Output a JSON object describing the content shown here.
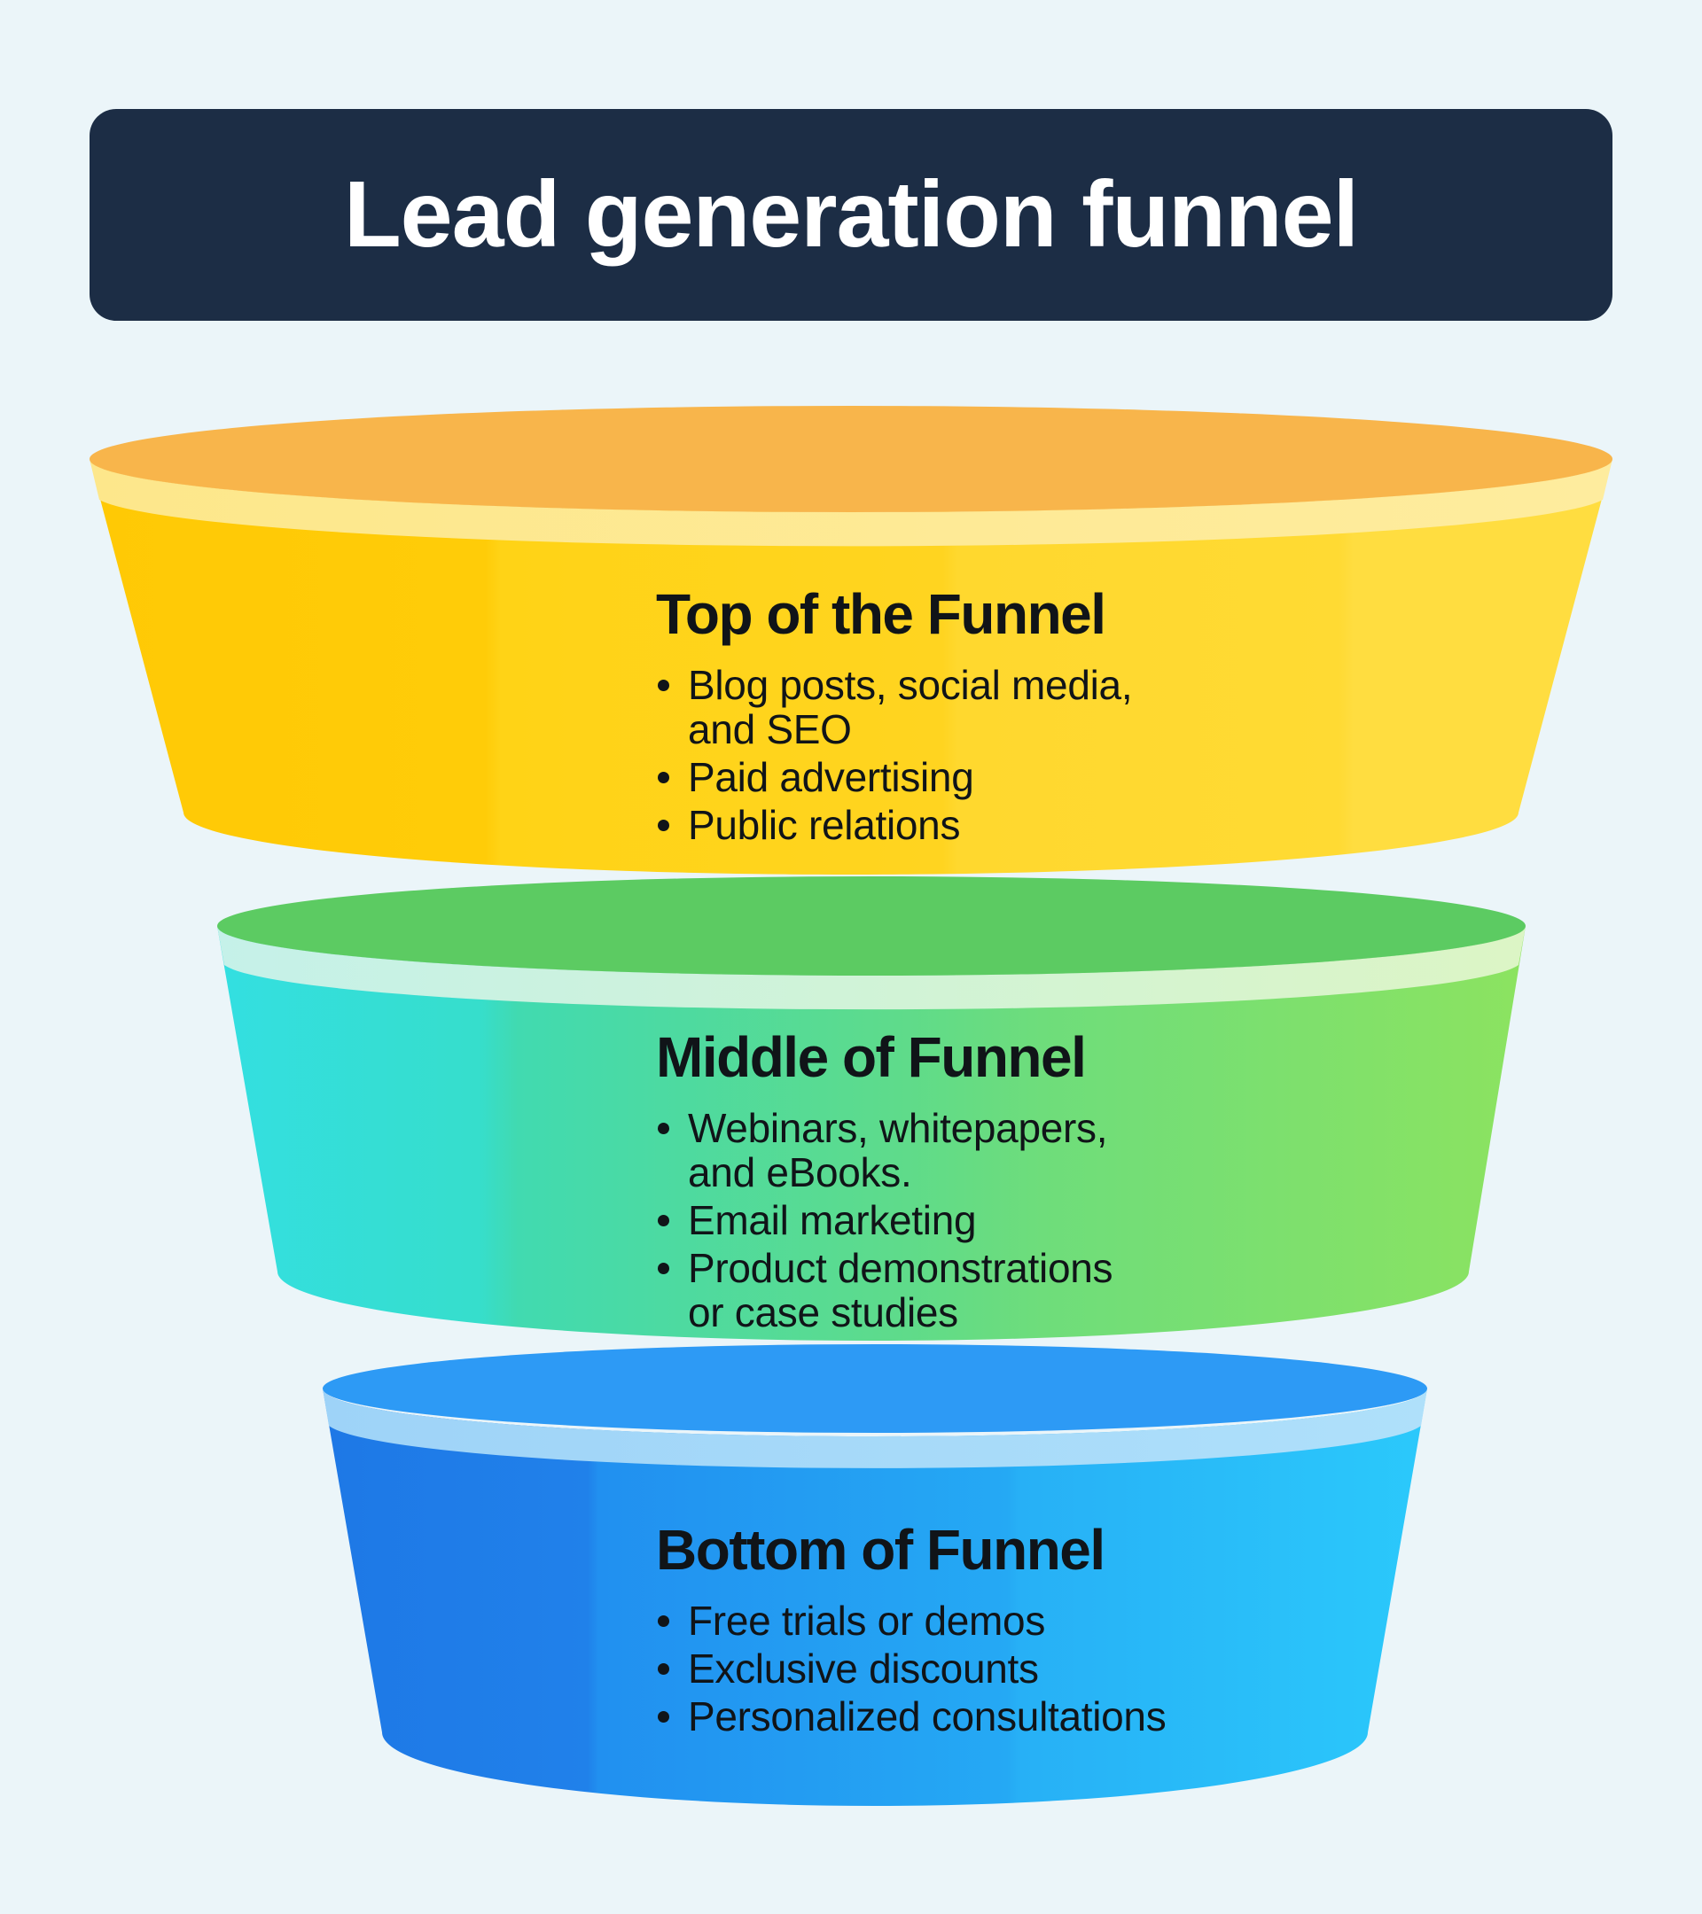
{
  "title": "Lead generation funnel",
  "sections": [
    {
      "heading": "Top of the Funnel",
      "bullets": [
        "Blog posts, social media, and SEO",
        "Paid advertising",
        "Public relations"
      ]
    },
    {
      "heading": "Middle of Funnel",
      "bullets": [
        "Webinars, whitepapers, and eBooks.",
        "Email marketing",
        "Product demonstrations or case studies"
      ]
    },
    {
      "heading": "Bottom of Funnel",
      "bullets": [
        "Free trials or demos",
        "Exclusive discounts",
        "Personalized consultations"
      ]
    }
  ],
  "colors": {
    "background": "#EBF5F9",
    "title_bar": "#1C2D45",
    "title_text": "#FFFFFF",
    "body_text": "#101418",
    "yellow_top": "#F8B54B",
    "yellow_rim_left": "#FDE78B",
    "yellow_rim_right": "#FEEC9E",
    "yellow_body_1": "#FFC905",
    "yellow_body_2": "#FFCC08",
    "yellow_body_3": "#FFD316",
    "yellow_body_4": "#FFD420",
    "yellow_body_5": "#FFD82E",
    "yellow_body_6": "#FFDA33",
    "yellow_body_7": "#FFDD40",
    "green_top": "#5CCB62",
    "green_rim_left": "#C5F1E9",
    "green_rim_right": "#DCF5C5",
    "green_body_1": "#33DFE1",
    "green_body_2": "#36DECC",
    "green_body_3": "#41DAB0",
    "green_body_4": "#5EDB8B",
    "green_body_5": "#6EDD7B",
    "green_body_6": "#8CE360",
    "blue_top": "#2D9AF5",
    "blue_rim_left": "#9ED3F8",
    "blue_rim_right": "#AFE0FA",
    "blue_body_1": "#1E78E6",
    "blue_body_2": "#2081EA",
    "blue_body_3": "#2190F0",
    "blue_body_4": "#25A9F4",
    "blue_body_5": "#27B0F6",
    "blue_body_6": "#2BC9FB"
  }
}
